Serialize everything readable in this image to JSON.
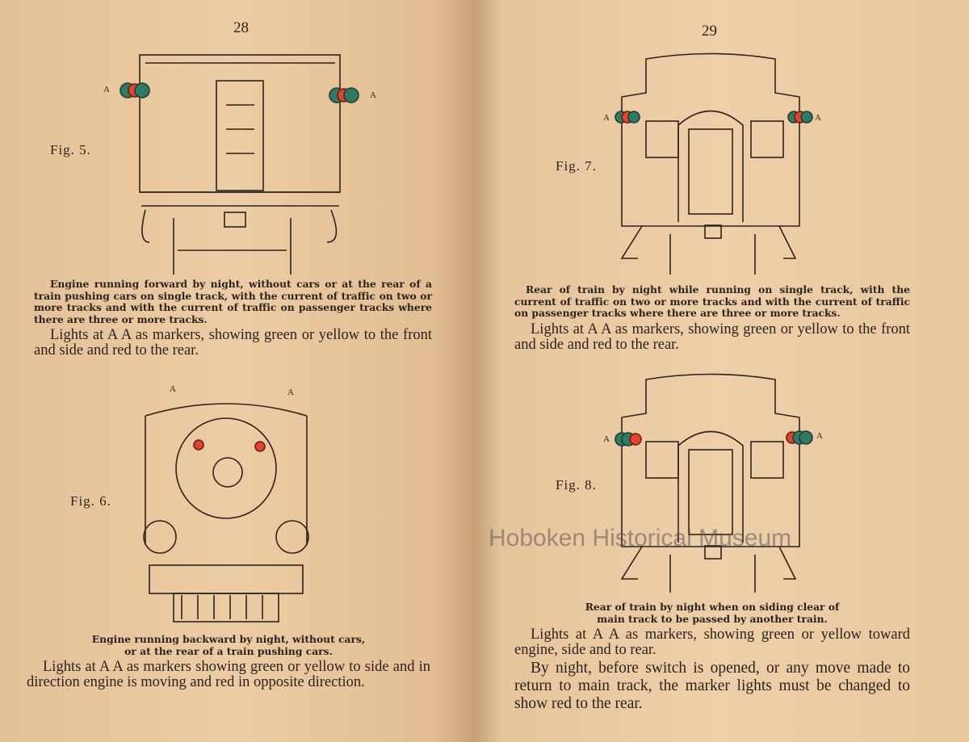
{
  "left_page": {
    "page_number": "28",
    "fig5": {
      "label": "Fig. 5.",
      "marker_label": "A",
      "caption": "Engine running forward by night, without cars or at the rear of a train pushing cars on single track, with the current of traffic on two or more tracks and with the current of traffic on passenger tracks where there are three or more tracks.",
      "text": "Lights at A A as markers, showing green or yellow to the front and side and red to the rear."
    },
    "fig6": {
      "label": "Fig. 6.",
      "marker_label": "A",
      "caption_line1": "Engine running backward by night, without cars,",
      "caption_line2": "or at the rear of a train pushing cars.",
      "text": "Lights at A A as markers showing green or yellow to side and in direction engine is moving and red in opposite direction."
    }
  },
  "right_page": {
    "page_number": "29",
    "fig7": {
      "label": "Fig. 7.",
      "marker_label": "A",
      "caption": "Rear of train by night while running on single track, with the current of traffic on two or more tracks and with the current of traffic on passenger tracks where there are three or more tracks.",
      "text": "Lights at A A as markers, showing green or yellow to the front and side and red to the rear."
    },
    "fig8": {
      "label": "Fig. 8.",
      "marker_label": "A",
      "caption_line1": "Rear of train by night when on siding clear of",
      "caption_line2": "main track to be passed by another train.",
      "text": "Lights at A A as markers, showing green or yellow toward engine, side and to rear.",
      "text2": "By night, before switch is opened, or any move made to return to main track, the marker lights must be changed to show red to the rear."
    },
    "watermark": "Hoboken Historical Museum"
  },
  "colors": {
    "paper": "#e9c9a0",
    "green_lamp": "#2e7a62",
    "red_lamp": "#e2442c",
    "ink": "#2a2420"
  }
}
